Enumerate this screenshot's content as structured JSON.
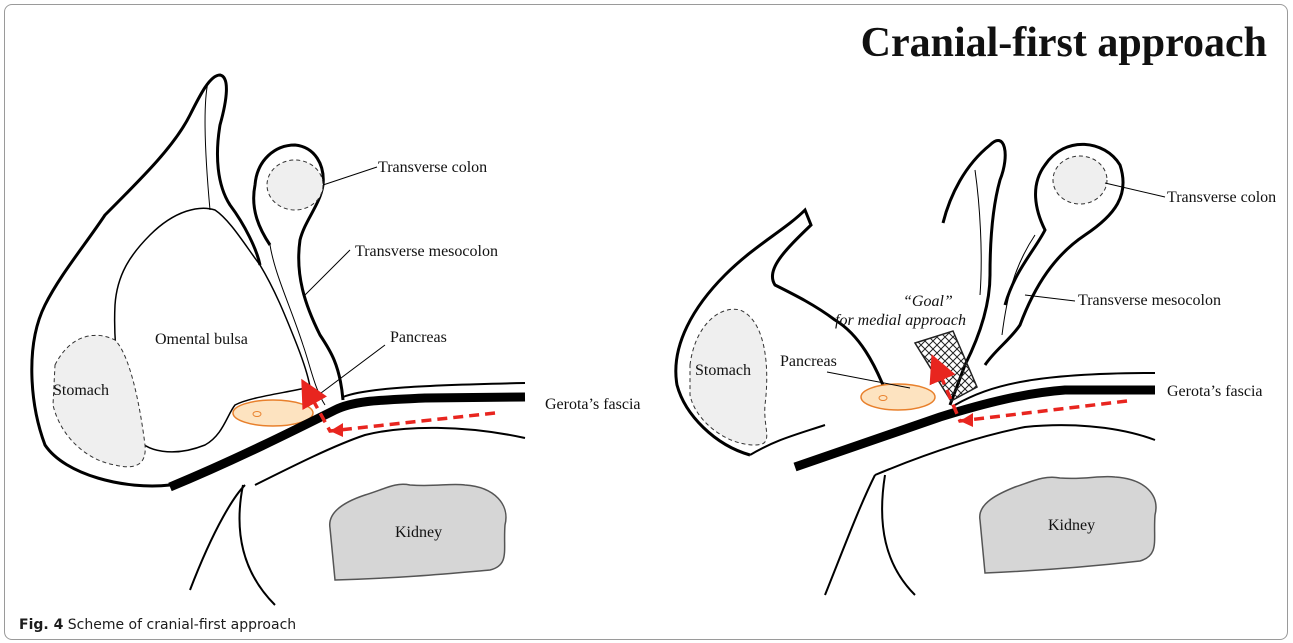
{
  "title": "Cranial-first approach",
  "caption": {
    "figure_label": "Fig. 4",
    "text": "Scheme of cranial-first approach"
  },
  "left_panel": {
    "transverse_colon": "Transverse colon",
    "transverse_mesocolon": "Transverse mesocolon",
    "omental_bursa": "Omental bulsa",
    "pancreas": "Pancreas",
    "stomach": "Stomach",
    "gerotas_fascia": "Gerota’s fascia",
    "kidney": "Kidney"
  },
  "right_panel": {
    "transverse_colon": "Transverse colon",
    "transverse_mesocolon": "Transverse mesocolon",
    "goal_line1": "“Goal”",
    "goal_line2": "for medial approach",
    "pancreas": "Pancreas",
    "stomach": "Stomach",
    "gerotas_fascia": "Gerota’s fascia",
    "kidney": "Kidney"
  },
  "colors": {
    "arrow": "#e8251f",
    "pancreas_fill": "#fde3c0",
    "pancreas_stroke": "#e8802c",
    "organ_fill": "#efefef",
    "kidney_fill": "#d6d6d6"
  }
}
